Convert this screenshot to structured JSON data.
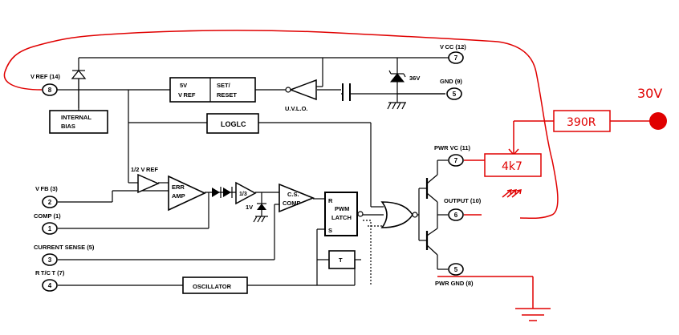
{
  "pins": {
    "vref": {
      "number": "8",
      "label": "V REF (14)"
    },
    "vcc": {
      "number": "7",
      "label": "V CC (12)"
    },
    "gnd": {
      "number": "5",
      "label": "GND (9)"
    },
    "pwr_vc": {
      "number": "7",
      "label": "PWR VC (11)"
    },
    "output": {
      "number": "6",
      "label": "OUTPUT (10)"
    },
    "pwr_gnd": {
      "number": "5",
      "label": "PWR GND (8)"
    },
    "vfb": {
      "number": "2",
      "label": "V FB (3)"
    },
    "comp": {
      "number": "1",
      "label": "COMP (1)"
    },
    "current_sense": {
      "number": "3",
      "label": "CURRENT SENSE (5)"
    },
    "rtct": {
      "number": "4",
      "label": "R T/C T (7)"
    }
  },
  "blocks": {
    "internal_bias": [
      "INTERNAL",
      "BIAS"
    ],
    "vref_5v": [
      "5V",
      "V REF"
    ],
    "set_reset": [
      "SET/",
      "RESET"
    ],
    "uvlo": "U.V.L.O.",
    "loglc": "LOGLC",
    "err_amp": [
      "ERR",
      "AMP"
    ],
    "cs_comp": [
      "C.S.",
      "COMP"
    ],
    "pwm_latch": [
      "R",
      "PWM",
      "LATCH",
      "S"
    ],
    "t_flipflop": "T",
    "oscillator": "OSCILLATOR"
  },
  "annotations": {
    "half_vref": "1/2 V REF",
    "zener_36v": "36V",
    "one_third": "1/3",
    "one_volt": "1V"
  },
  "external": {
    "supply_voltage": "30V",
    "resistor_series": "390R",
    "resistor_load": "4k7",
    "supply_color": "#e00000"
  }
}
